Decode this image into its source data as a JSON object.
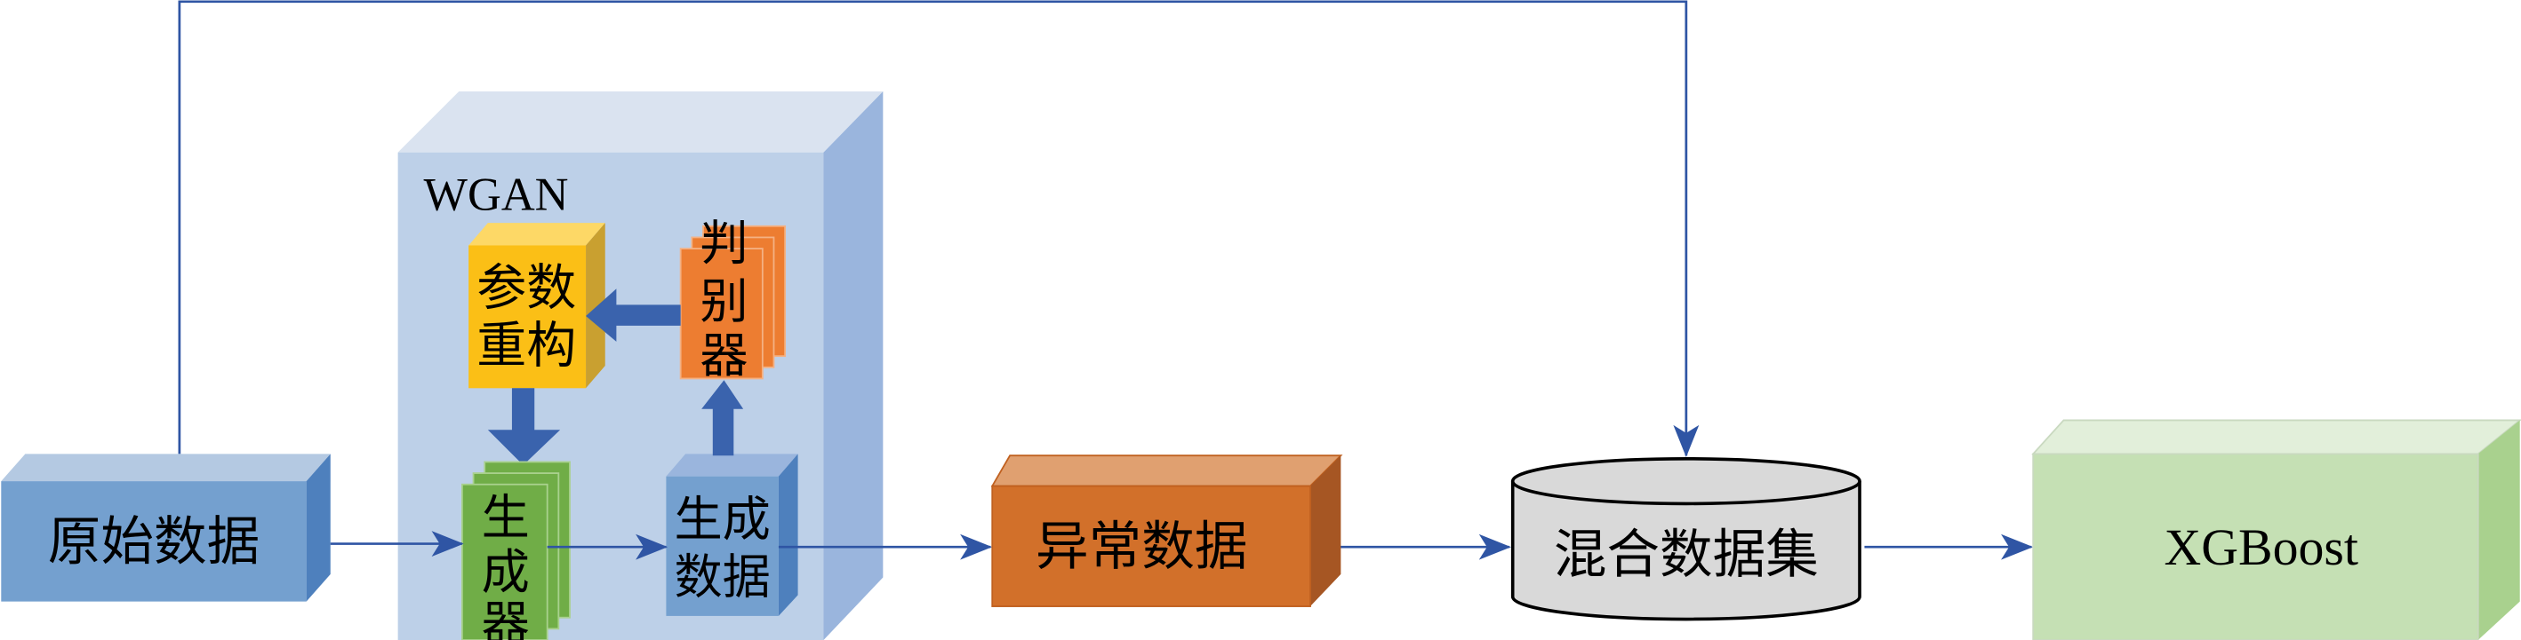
{
  "diagram": {
    "nodes": {
      "raw_data": "原始数据",
      "wgan": "WGAN",
      "param_rebuild": [
        "参数",
        "重构"
      ],
      "discriminator": [
        "判",
        "别",
        "器"
      ],
      "generator": [
        "生",
        "成",
        "器"
      ],
      "generated_data": [
        "生成",
        "数据"
      ],
      "anomaly_data": "异常数据",
      "mixed_dataset": "混合数据集",
      "xgboost": "XGBoost"
    },
    "colors": {
      "arrow": "#2f55a4",
      "wgan_front": "#bdd0e8",
      "raw_front": "#74a0cf",
      "param_front": "#fbbf16",
      "disc_front": "#ed7d31",
      "gen_front": "#70ad47",
      "anomaly_front": "#d2702a",
      "cylinder": "#d9d9d9",
      "xgb_front": "#c5e0b4"
    }
  }
}
